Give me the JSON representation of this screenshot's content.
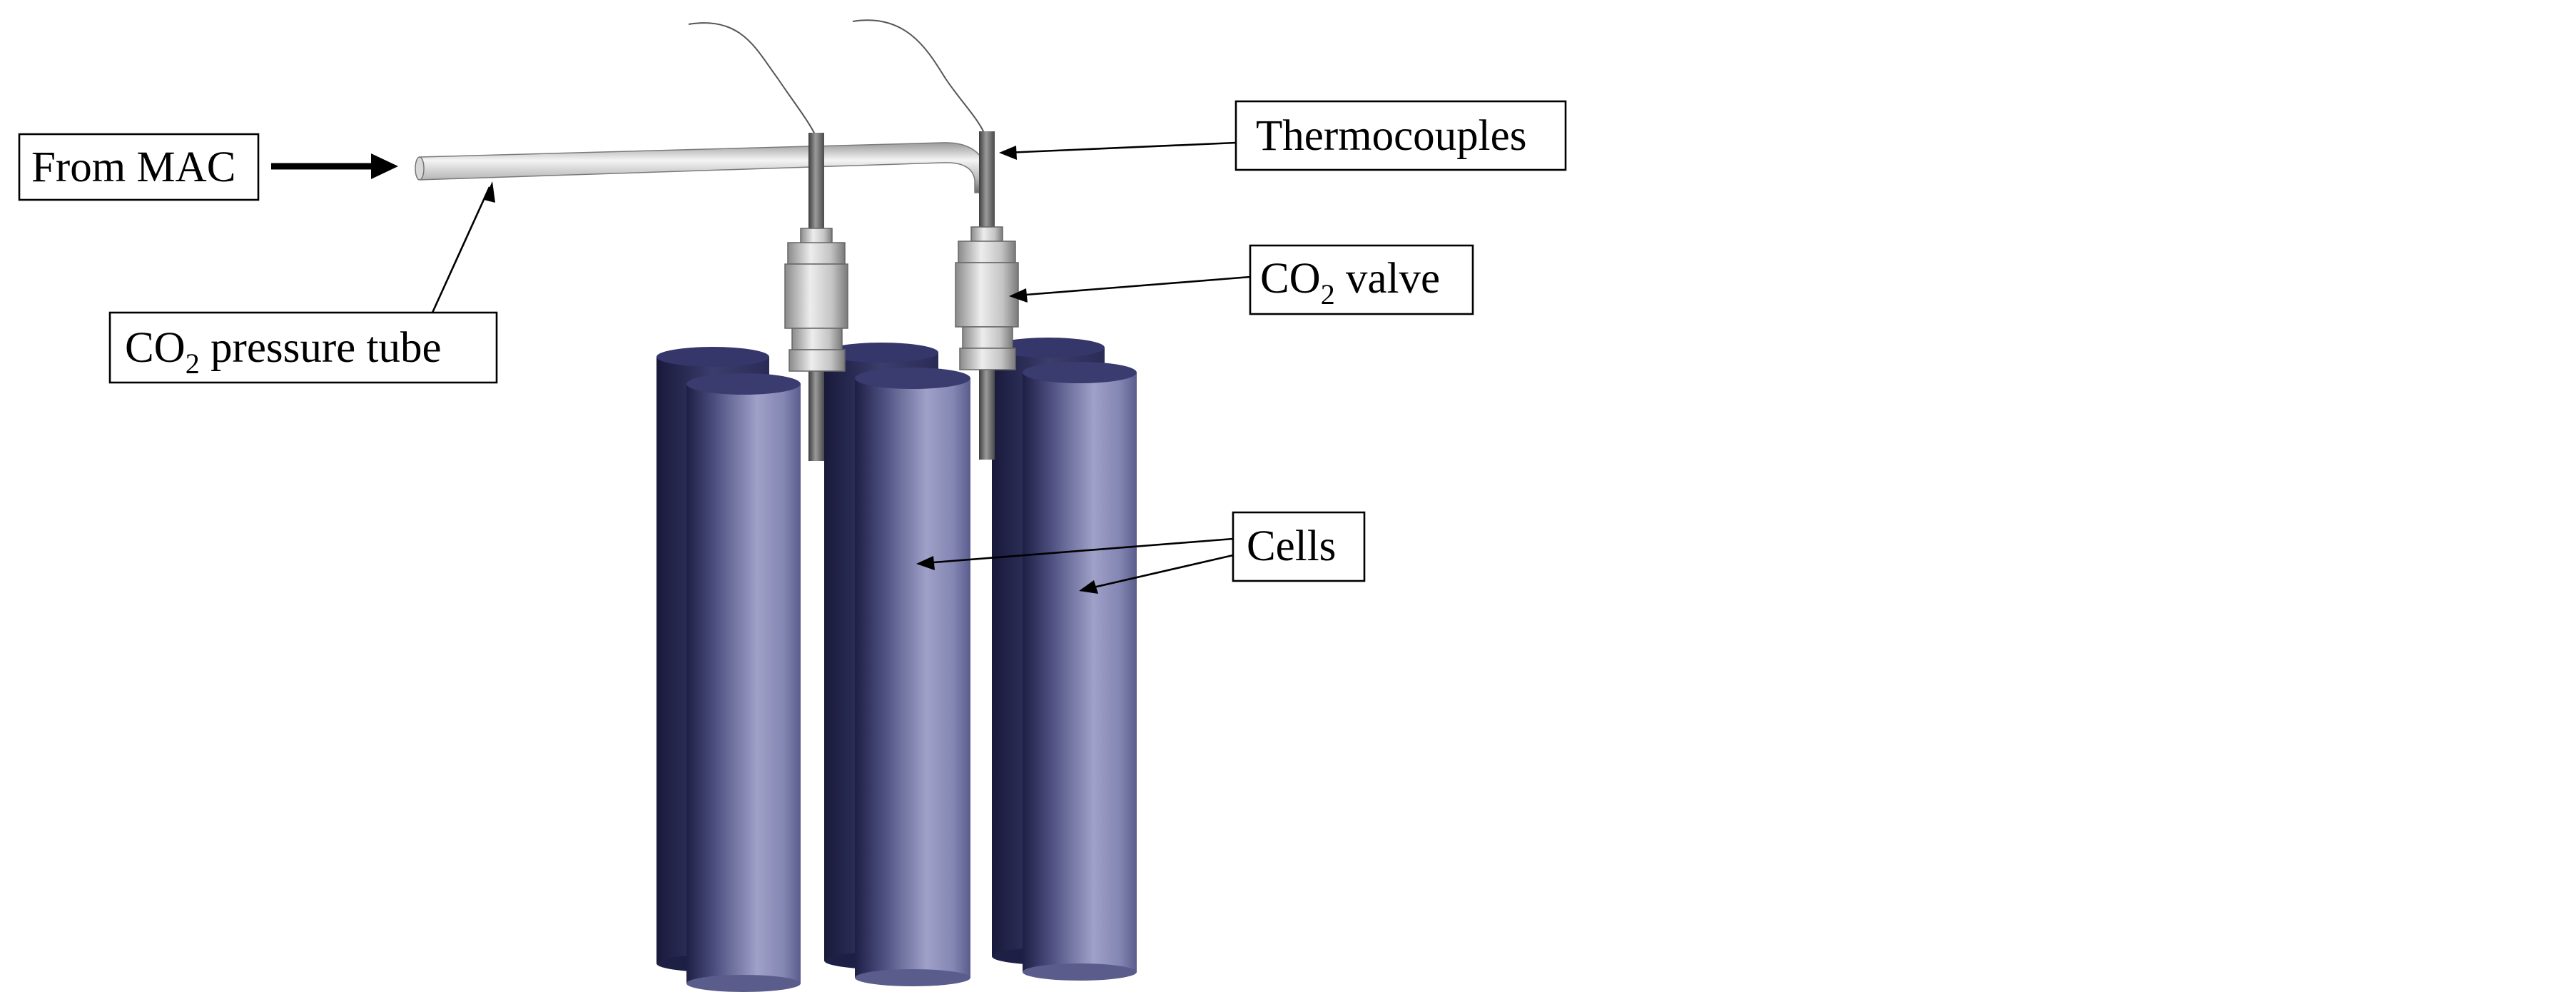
{
  "labels": {
    "from_mac": "From MAC",
    "co2_pressure_tube_prefix": "CO",
    "co2_pressure_tube_sub": "2",
    "co2_pressure_tube_suffix": " pressure tube",
    "thermocouples": "Thermocouples",
    "co2_valve_prefix": "CO",
    "co2_valve_sub": "2",
    "co2_valve_suffix": " valve",
    "cells": "Cells"
  },
  "colors": {
    "cell_dark": "#1f2046",
    "cell_mid": "#4a4c7c",
    "cell_light": "#9a9cc6",
    "cell_top": "#3a3b6e",
    "tube_light": "#f2f2f2",
    "tube_mid": "#b4b4b4",
    "tube_dark": "#666666"
  }
}
